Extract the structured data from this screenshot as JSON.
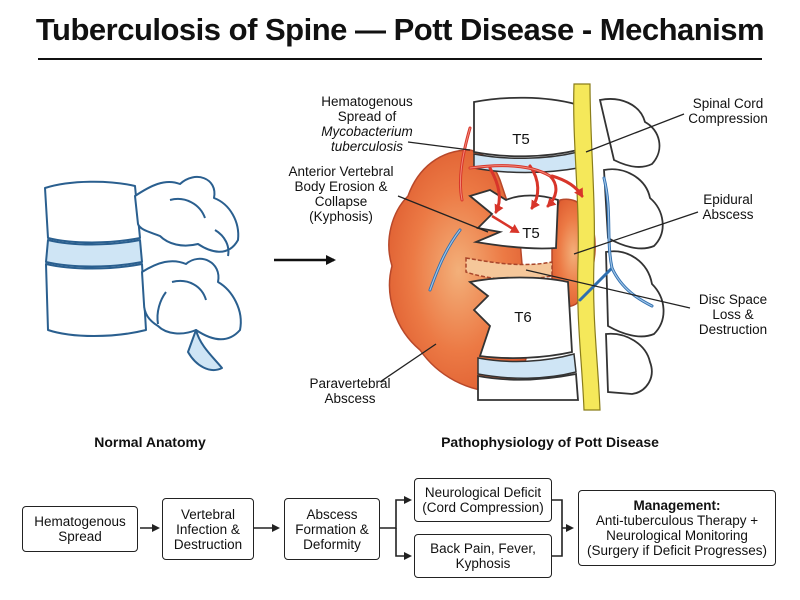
{
  "title": "Tuberculosis of Spine — Pott Disease - Mechanism",
  "labels": {
    "hematogenous_line1": "Hematogenous",
    "hematogenous_line2": "Spread of",
    "hematogenous_italic1": "Mycobacterium",
    "hematogenous_italic2": "tuberculosis",
    "anterior_line1": "Anterior Vertebral",
    "anterior_line2": "Body Erosion &",
    "anterior_line3": "Collapse",
    "anterior_line4": "(Kyphosis)",
    "spinal_line1": "Spinal Cord",
    "spinal_line2": "Compression",
    "epidural_line1": "Epidural",
    "epidural_line2": "Abscess",
    "disc_line1": "Disc Space",
    "disc_line2": "Loss &",
    "disc_line3": "Destruction",
    "paravertebral_line1": "Paravertebral",
    "paravertebral_line2": "Abscess",
    "t5_upper": "T5",
    "t5_lower": "T5",
    "t6": "T6"
  },
  "captions": {
    "normal": "Normal Anatomy",
    "patho": "Pathophysiology of Pott Disease"
  },
  "flow": {
    "step1_l1": "Hematogenous",
    "step1_l2": "Spread",
    "step2_l1": "Vertebral",
    "step2_l2": "Infection &",
    "step2_l3": "Destruction",
    "step3_l1": "Abscess",
    "step3_l2": "Formation &",
    "step3_l3": "Deformity",
    "neuro_l1": "Neurological Deficit",
    "neuro_l2": "(Cord Compression)",
    "back_l1": "Back Pain, Fever,",
    "back_l2": "Kyphosis",
    "mgmt_title": "Management:",
    "mgmt_l1": "Anti-tuberculous Therapy +",
    "mgmt_l2": "Neurological Monitoring",
    "mgmt_l3": "(Surgery if Deficit Progresses)"
  },
  "colors": {
    "bone_outline": "#2a5f8f",
    "disc_fill": "#cfe5f5",
    "abscess_fill": "#e8663a",
    "abscess_light": "#f0a46e",
    "cord_fill": "#f5e85a",
    "artery": "#d8352a",
    "vein": "#2f6fb0"
  }
}
